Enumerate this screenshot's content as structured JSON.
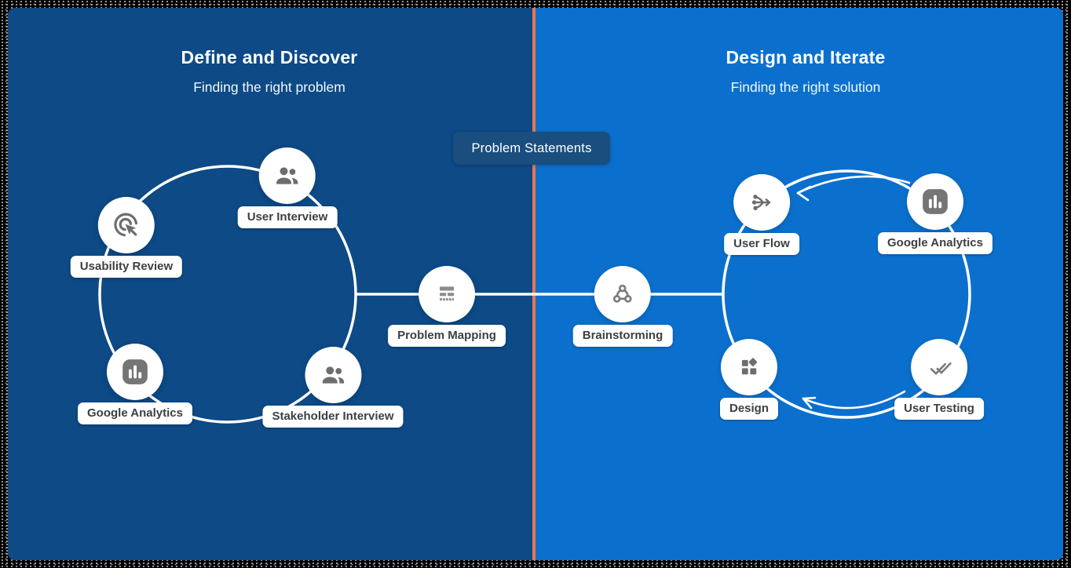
{
  "panels": {
    "left": {
      "title": "Define and Discover",
      "subtitle": "Finding the right problem",
      "bg_color": "#0d4a86"
    },
    "right": {
      "title": "Design and Iterate",
      "subtitle": "Finding the right solution",
      "bg_color": "#0b70cd"
    }
  },
  "divider": {
    "color": "#ee744d"
  },
  "center_badge": {
    "label": "Problem Statements",
    "bg_color": "#1a4e7e",
    "text_color": "#ffffff"
  },
  "nodes": {
    "user_interview": {
      "label": "User Interview",
      "icon": "people-icon"
    },
    "usability_review": {
      "label": "Usability Review",
      "icon": "cursor-click-icon"
    },
    "google_analytics_left": {
      "label": "Google Analytics",
      "icon": "bar-chart-icon"
    },
    "stakeholder_interview": {
      "label": "Stakeholder Interview",
      "icon": "people-icon"
    },
    "problem_mapping": {
      "label": "Problem Mapping",
      "icon": "rows-icon"
    },
    "brainstorming": {
      "label": "Brainstorming",
      "icon": "network-icon"
    },
    "user_flow": {
      "label": "User Flow",
      "icon": "merge-arrow-icon"
    },
    "google_analytics_right": {
      "label": "Google Analytics",
      "icon": "bar-chart-icon"
    },
    "design": {
      "label": "Design",
      "icon": "shapes-icon"
    },
    "user_testing": {
      "label": "User Testing",
      "icon": "double-check-icon"
    }
  },
  "colors": {
    "node_bg": "#ffffff",
    "icon_gray": "#6d6d6d",
    "label_text": "#3c4043",
    "connector": "#ffffff"
  }
}
